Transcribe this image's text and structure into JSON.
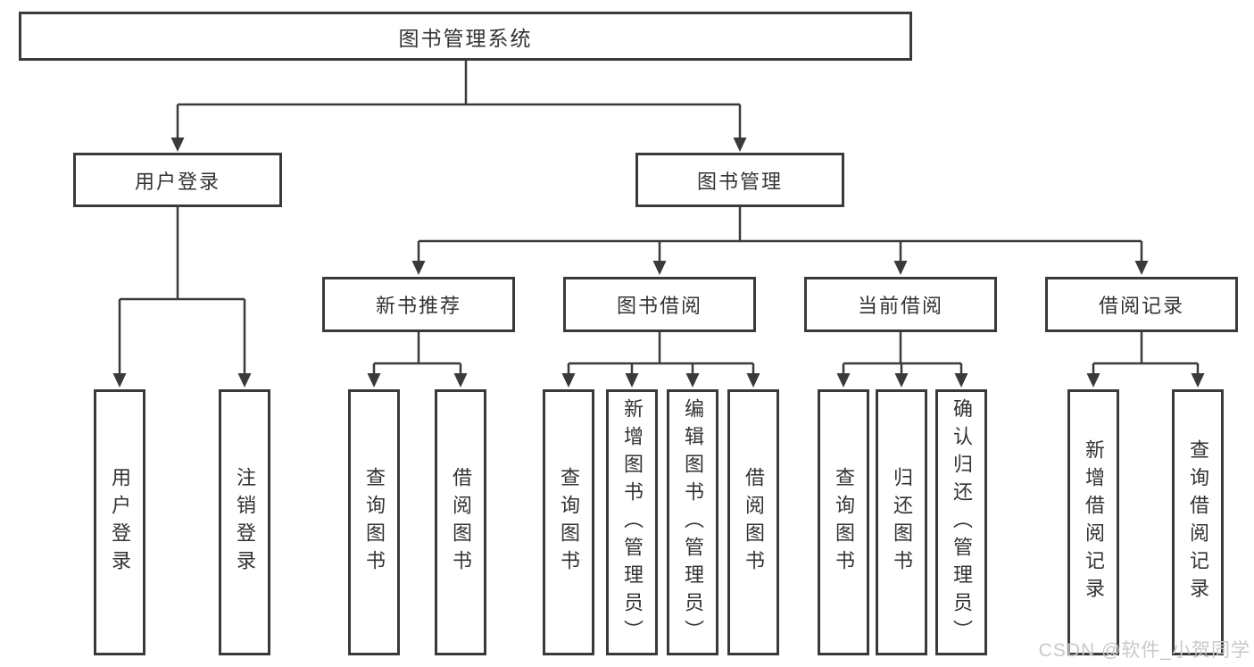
{
  "title": "图书管理系统",
  "branches": {
    "user_login": {
      "label": "用户登录",
      "children": [
        "用户登录",
        "注销登录"
      ]
    },
    "book_management": {
      "label": "图书管理",
      "sections": [
        {
          "label": "新书推荐",
          "children": [
            "查询图书",
            "借阅图书"
          ]
        },
        {
          "label": "图书借阅",
          "children": [
            "查询图书",
            "新增图书（管理员）",
            "编辑图书（管理员）",
            "借阅图书"
          ]
        },
        {
          "label": "当前借阅",
          "children": [
            "查询图书",
            "归还图书",
            "确认归还（管理员）"
          ]
        },
        {
          "label": "借阅记录",
          "children": [
            "新增借阅记录",
            "查询借阅记录"
          ]
        }
      ]
    }
  },
  "watermark": {
    "text": "CSDN @软件_小贺同学"
  },
  "colors": {
    "line": "#3a3a3a",
    "box_border": "#3a3a3a",
    "text": "#333333",
    "watermark": "#c9c9c9",
    "background": "#ffffff"
  }
}
